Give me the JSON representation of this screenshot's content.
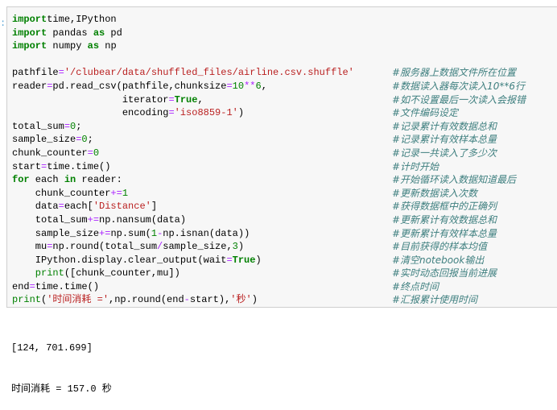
{
  "lines": [
    {
      "code": [
        [
          "kw",
          "import"
        ],
        [
          "",
          "time,IPython"
        ]
      ],
      "comment": ""
    },
    {
      "code": [
        [
          "kw",
          "import"
        ],
        [
          "",
          " pandas "
        ],
        [
          "kw",
          "as"
        ],
        [
          "",
          " pd"
        ]
      ],
      "comment": ""
    },
    {
      "code": [
        [
          "kw",
          "import"
        ],
        [
          "",
          " numpy "
        ],
        [
          "kw",
          "as"
        ],
        [
          "",
          " np"
        ]
      ],
      "comment": ""
    },
    {
      "code": [],
      "comment": ""
    },
    {
      "code": [
        [
          "",
          "pathfile"
        ],
        [
          "op",
          "="
        ],
        [
          "str",
          "'/clubear/data/shuffled_files/airline.csv.shuffle'"
        ]
      ],
      "comment": "#服务器上数据文件所在位置"
    },
    {
      "code": [
        [
          "",
          "reader"
        ],
        [
          "op",
          "="
        ],
        [
          "",
          "pd.read_csv(pathfile,chunksize"
        ],
        [
          "op",
          "="
        ],
        [
          "num",
          "10"
        ],
        [
          "op",
          "**"
        ],
        [
          "num",
          "6"
        ],
        [
          "",
          ","
        ]
      ],
      "comment": "#数据读入器每次读入10**6行"
    },
    {
      "code": [
        [
          "",
          "                   iterator"
        ],
        [
          "op",
          "="
        ],
        [
          "kw",
          "True"
        ],
        [
          "",
          ","
        ]
      ],
      "comment": "#如不设置最后一次读入会报错"
    },
    {
      "code": [
        [
          "",
          "                   encoding"
        ],
        [
          "op",
          "="
        ],
        [
          "str",
          "'iso8859-1'"
        ],
        [
          "",
          ")"
        ]
      ],
      "comment": "#文件编码设定"
    },
    {
      "code": [
        [
          "",
          "total_sum"
        ],
        [
          "op",
          "="
        ],
        [
          "num",
          "0"
        ],
        [
          "",
          ";"
        ]
      ],
      "comment": "#记录累计有效数据总和"
    },
    {
      "code": [
        [
          "",
          "sample_size"
        ],
        [
          "op",
          "="
        ],
        [
          "num",
          "0"
        ],
        [
          "",
          ";"
        ]
      ],
      "comment": "#记录累计有效样本总量"
    },
    {
      "code": [
        [
          "",
          "chunk_counter"
        ],
        [
          "op",
          "="
        ],
        [
          "num",
          "0"
        ]
      ],
      "comment": "#记录一共读入了多少次"
    },
    {
      "code": [
        [
          "",
          "start"
        ],
        [
          "op",
          "="
        ],
        [
          "",
          "time.time()"
        ]
      ],
      "comment": "#计时开始"
    },
    {
      "code": [
        [
          "kw",
          "for"
        ],
        [
          "",
          " each "
        ],
        [
          "kw",
          "in"
        ],
        [
          "",
          " reader:"
        ]
      ],
      "comment": "#开始循环读入数据知道最后"
    },
    {
      "code": [
        [
          "",
          "    chunk_counter"
        ],
        [
          "op",
          "+="
        ],
        [
          "num",
          "1"
        ]
      ],
      "comment": "#更新数据读入次数"
    },
    {
      "code": [
        [
          "",
          "    data"
        ],
        [
          "op",
          "="
        ],
        [
          "",
          "each["
        ],
        [
          "str",
          "'Distance'"
        ],
        [
          "",
          "]"
        ]
      ],
      "comment": "#获得数据框中的正确列"
    },
    {
      "code": [
        [
          "",
          "    total_sum"
        ],
        [
          "op",
          "+="
        ],
        [
          "",
          "np.nansum(data)"
        ]
      ],
      "comment": "#更新累计有效数据总和"
    },
    {
      "code": [
        [
          "",
          "    sample_size"
        ],
        [
          "op",
          "+="
        ],
        [
          "",
          "np.sum("
        ],
        [
          "num",
          "1"
        ],
        [
          "op",
          "-"
        ],
        [
          "",
          "np.isnan(data))"
        ]
      ],
      "comment": "#更新累计有效样本总量"
    },
    {
      "code": [
        [
          "",
          "    mu"
        ],
        [
          "op",
          "="
        ],
        [
          "",
          "np.round(total_sum"
        ],
        [
          "op",
          "/"
        ],
        [
          "",
          "sample_size,"
        ],
        [
          "num",
          "3"
        ],
        [
          "",
          ")"
        ]
      ],
      "comment": "#目前获得的样本均值"
    },
    {
      "code": [
        [
          "",
          "    IPython.display.clear_output(wait"
        ],
        [
          "op",
          "="
        ],
        [
          "kw",
          "True"
        ],
        [
          "",
          ")"
        ]
      ],
      "comment": "#清空notebook输出"
    },
    {
      "code": [
        [
          "bi",
          "    print"
        ],
        [
          "",
          "([chunk_counter,mu])"
        ]
      ],
      "comment": "#实时动态回报当前进展"
    },
    {
      "code": [
        [
          "",
          "end"
        ],
        [
          "op",
          "="
        ],
        [
          "",
          "time.time()"
        ]
      ],
      "comment": "#终点时间"
    },
    {
      "code": [
        [
          "bi",
          "print"
        ],
        [
          "",
          "("
        ],
        [
          "str",
          "'时间消耗 ='"
        ],
        [
          "",
          ",np.round(end"
        ],
        [
          "op",
          "-"
        ],
        [
          "",
          "start),"
        ],
        [
          "str",
          "'秒'"
        ],
        [
          "",
          ")"
        ]
      ],
      "comment": "#汇报累计使用时间"
    }
  ],
  "output": [
    "[124, 701.699]",
    "时间消耗 = 157.0 秒"
  ],
  "prompt": ":"
}
